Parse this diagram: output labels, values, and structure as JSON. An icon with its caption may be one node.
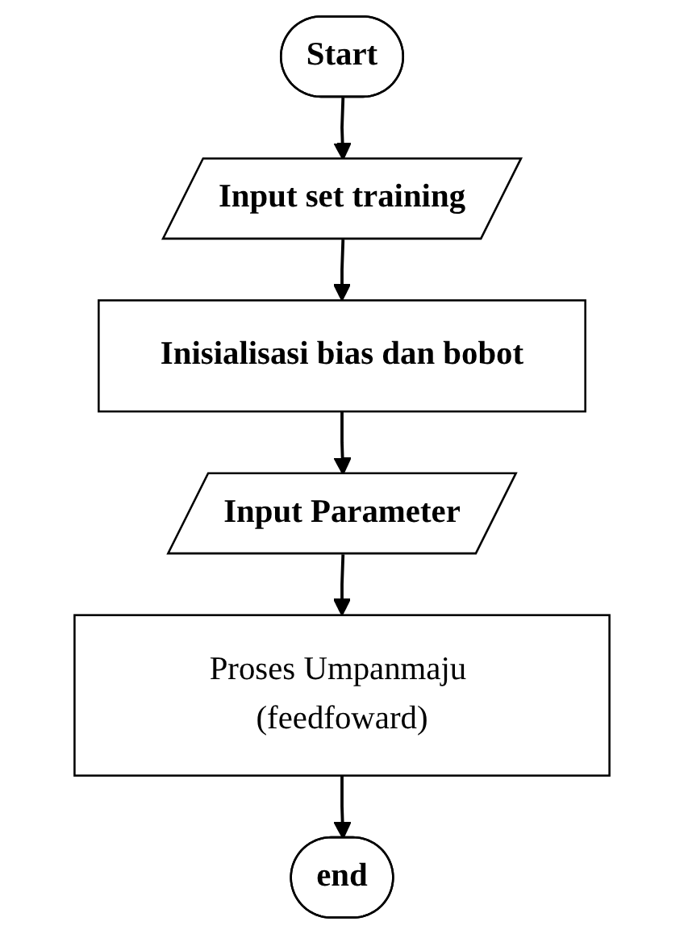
{
  "diagram": {
    "nodes": [
      {
        "text": [
          "Start"
        ]
      },
      {
        "text": [
          "Input set training"
        ]
      },
      {
        "text": [
          "Inisialisasi bias dan bobot"
        ]
      },
      {
        "text": [
          "Input Parameter"
        ]
      },
      {
        "text": [
          "Proses Umpanmaju (feedfoward)"
        ]
      },
      {
        "text": [
          "end"
        ]
      }
    ],
    "edges": [
      {
        "from": 0,
        "to": 1,
        "arrow": "to"
      },
      {
        "from": 1,
        "to": 2,
        "arrow": "to"
      },
      {
        "from": 2,
        "to": 3,
        "arrow": "to"
      },
      {
        "from": 3,
        "to": 4,
        "arrow": "to"
      },
      {
        "from": 4,
        "to": 5,
        "arrow": "to"
      }
    ]
  }
}
